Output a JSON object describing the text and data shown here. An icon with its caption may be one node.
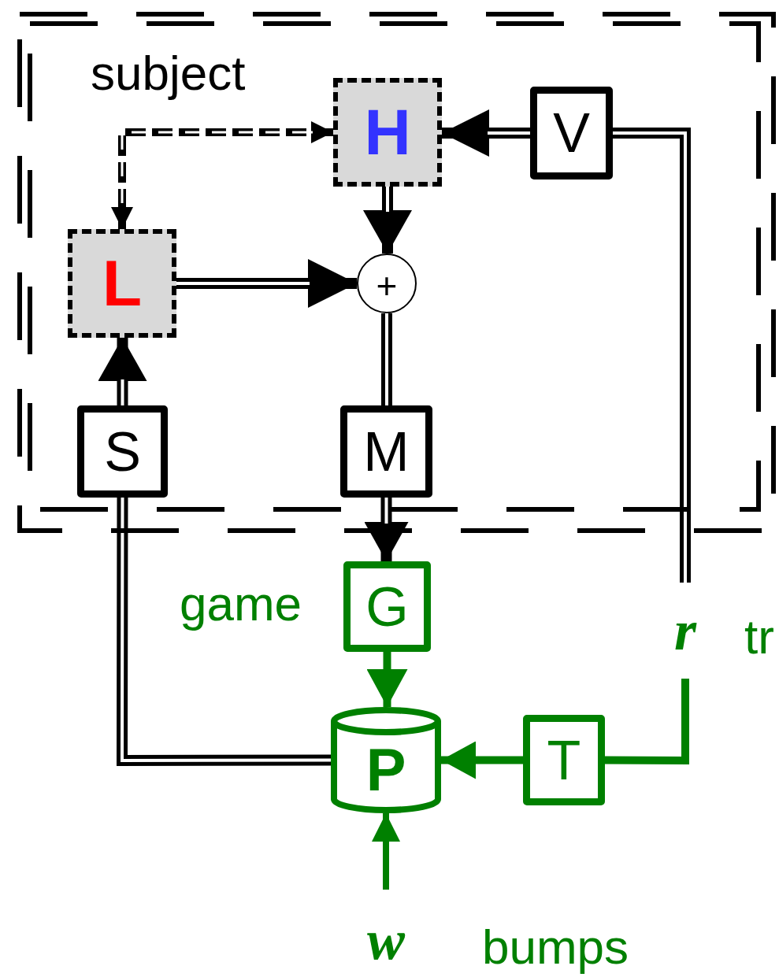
{
  "diagram": {
    "nodes": [
      {
        "text": [
          "subject"
        ]
      },
      {
        "text": [
          "H"
        ],
        "in": 0
      },
      {
        "text": [
          "V"
        ],
        "in": 0
      },
      {
        "text": [
          "L"
        ],
        "in": 0
      },
      {
        "text": [
          "+"
        ],
        "in": 0
      },
      {
        "text": [
          "S"
        ],
        "in": 0
      },
      {
        "text": [
          "M"
        ],
        "in": 0
      },
      {
        "text": [
          "G"
        ],
        "beside": [
          "game"
        ]
      },
      {
        "text": [
          "r"
        ],
        "beside": [
          "tr"
        ]
      },
      {
        "text": [
          "P"
        ]
      },
      {
        "text": [
          "T"
        ]
      },
      {
        "text": [
          "w"
        ],
        "beside": [
          "bumps"
        ]
      }
    ],
    "edges": [
      {
        "from": 2,
        "to": 1,
        "arrow": "to"
      },
      {
        "from": 1,
        "to": 3,
        "arrow": "both",
        "style": "dashed"
      },
      {
        "from": 1,
        "to": 4,
        "arrow": "to"
      },
      {
        "from": 3,
        "to": 4,
        "arrow": "to"
      },
      {
        "from": 4,
        "to": 6,
        "arrow": "none"
      },
      {
        "from": 5,
        "to": 3,
        "arrow": "to"
      },
      {
        "from": 6,
        "to": 7,
        "arrow": "to"
      },
      {
        "from": 7,
        "to": 9,
        "arrow": "to",
        "color": "#008000"
      },
      {
        "from": 8,
        "to": 2,
        "arrow": "none"
      },
      {
        "from": 8,
        "to": 10,
        "arrow": "none",
        "color": "#008000"
      },
      {
        "from": 10,
        "to": 9,
        "arrow": "to",
        "color": "#008000"
      },
      {
        "from": 9,
        "to": 5,
        "arrow": "none"
      },
      {
        "from": 11,
        "to": 9,
        "arrow": "to",
        "color": "#008000"
      }
    ]
  }
}
